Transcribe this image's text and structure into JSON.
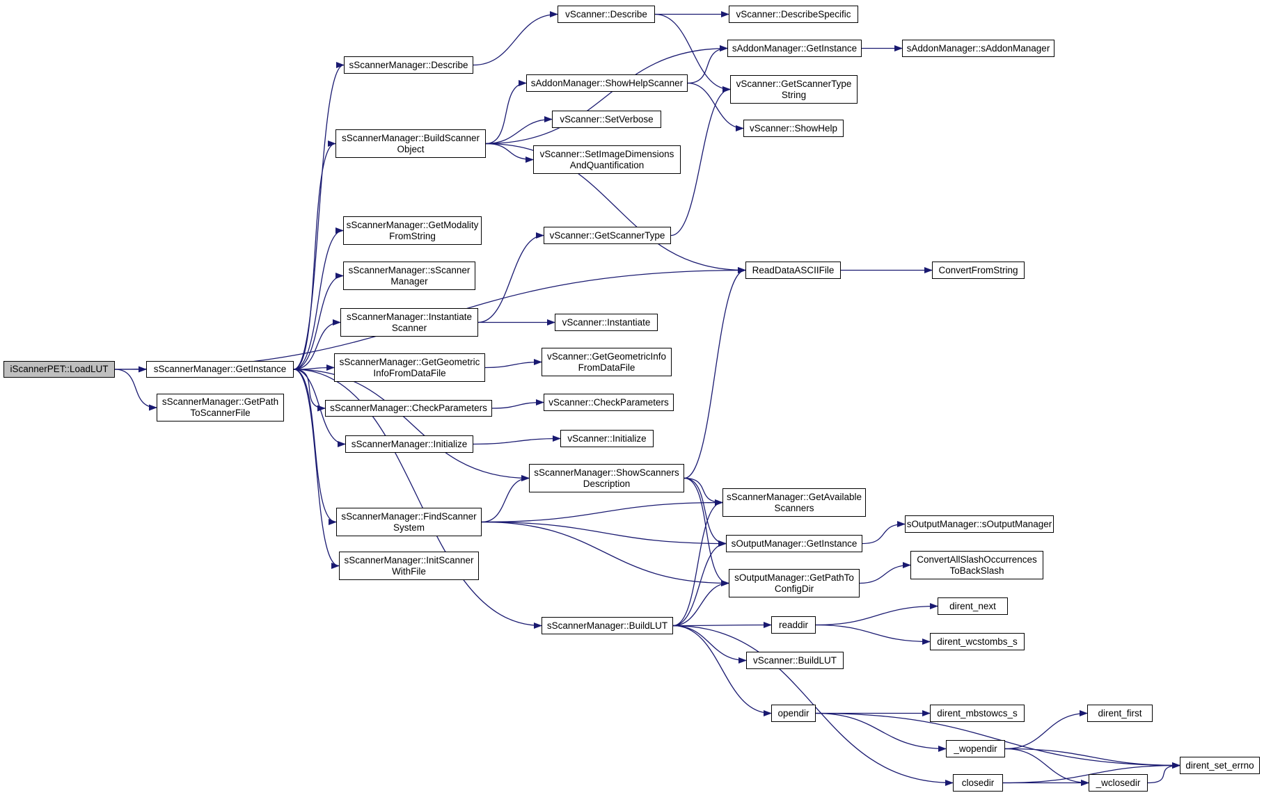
{
  "root": "n0",
  "colors": {
    "edge": "#191970",
    "root_fill": "#bfbfbf",
    "node_fill": "#ffffff",
    "border": "#000000"
  },
  "nodes": {
    "n0": {
      "name": "node-iscannerpet-loadlut",
      "label": "iScannerPET::LoadLUT"
    },
    "n1": {
      "name": "node-sscannermanager-getinstance",
      "label": "sScannerManager::GetInstance"
    },
    "n2": {
      "name": "node-sscannermanager-getpathtoscannerfile",
      "label": "sScannerManager::GetPath\nToScannerFile"
    },
    "n3": {
      "name": "node-readdataasciifile",
      "label": "ReadDataASCIIFile"
    },
    "n4": {
      "name": "node-sscannermanager-describe",
      "label": "sScannerManager::Describe"
    },
    "n5": {
      "name": "node-sscannermanager-buildscannerobject",
      "label": "sScannerManager::BuildScanner\nObject"
    },
    "n6": {
      "name": "node-sscannermanager-getmodalityfromstring",
      "label": "sScannerManager::GetModality\nFromString"
    },
    "n7": {
      "name": "node-sscannermanager-sscannermanager",
      "label": "sScannerManager::sScanner\nManager"
    },
    "n8": {
      "name": "node-sscannermanager-instantiatescanner",
      "label": "sScannerManager::Instantiate\nScanner"
    },
    "n9": {
      "name": "node-sscannermanager-getgeometricinfofromdatafile",
      "label": "sScannerManager::GetGeometric\nInfoFromDataFile"
    },
    "n10": {
      "name": "node-sscannermanager-checkparameters",
      "label": "sScannerManager::CheckParameters"
    },
    "n11": {
      "name": "node-sscannermanager-initialize",
      "label": "sScannerManager::Initialize"
    },
    "n12": {
      "name": "node-sscannermanager-showscannersdescription",
      "label": "sScannerManager::ShowScanners\nDescription"
    },
    "n13": {
      "name": "node-sscannermanager-findscannersystem",
      "label": "sScannerManager::FindScanner\nSystem"
    },
    "n14": {
      "name": "node-sscannermanager-initscannerwithfile",
      "label": "sScannerManager::InitScanner\nWithFile"
    },
    "n15": {
      "name": "node-sscannermanager-buildlut",
      "label": "sScannerManager::BuildLUT"
    },
    "n16": {
      "name": "node-vscanner-describe",
      "label": "vScanner::Describe"
    },
    "n17": {
      "name": "node-saddonmanager-getinstance",
      "label": "sAddonManager::GetInstance"
    },
    "n18": {
      "name": "node-saddonmanager-showhelpscanner",
      "label": "sAddonManager::ShowHelpScanner"
    },
    "n19": {
      "name": "node-vscanner-setverbose",
      "label": "vScanner::SetVerbose"
    },
    "n20": {
      "name": "node-vscanner-setimagedimensionsandquantification",
      "label": "vScanner::SetImageDimensions\nAndQuantification"
    },
    "n21": {
      "name": "node-vscanner-getscannertype",
      "label": "vScanner::GetScannerType"
    },
    "n22": {
      "name": "node-vscanner-instantiate",
      "label": "vScanner::Instantiate"
    },
    "n23": {
      "name": "node-vscanner-getgeometricinfofromdatafile",
      "label": "vScanner::GetGeometricInfo\nFromDataFile"
    },
    "n24": {
      "name": "node-vscanner-checkparameters",
      "label": "vScanner::CheckParameters"
    },
    "n25": {
      "name": "node-vscanner-initialize",
      "label": "vScanner::Initialize"
    },
    "n26": {
      "name": "node-vscanner-describespecific",
      "label": "vScanner::DescribeSpecific"
    },
    "n27": {
      "name": "node-vscanner-getscannertypestring",
      "label": "vScanner::GetScannerType\nString"
    },
    "n28": {
      "name": "node-saddonmanager-saddonmanager",
      "label": "sAddonManager::sAddonManager"
    },
    "n29": {
      "name": "node-vscanner-showhelp",
      "label": "vScanner::ShowHelp"
    },
    "n30": {
      "name": "node-convertfromstring",
      "label": "ConvertFromString"
    },
    "n31": {
      "name": "node-sscannermanager-getavailablescanners",
      "label": "sScannerManager::GetAvailable\nScanners"
    },
    "n32": {
      "name": "node-soutputmanager-getinstance",
      "label": "sOutputManager::GetInstance"
    },
    "n33": {
      "name": "node-soutputmanager-getpathtoconfigdir",
      "label": "sOutputManager::GetPathTo\nConfigDir"
    },
    "n34": {
      "name": "node-readdir",
      "label": "readdir"
    },
    "n35": {
      "name": "node-vscanner-buildlut",
      "label": "vScanner::BuildLUT"
    },
    "n36": {
      "name": "node-opendir",
      "label": "opendir"
    },
    "n37": {
      "name": "node-closedir",
      "label": "closedir"
    },
    "n38": {
      "name": "node-soutputmanager-soutputmanager",
      "label": "sOutputManager::sOutputManager"
    },
    "n39": {
      "name": "node-convertallslashoccurrencestobackslash",
      "label": "ConvertAllSlashOccurrences\nToBackSlash"
    },
    "n40": {
      "name": "node-dirent-next",
      "label": "dirent_next"
    },
    "n41": {
      "name": "node-dirent-wcstombs-s",
      "label": "dirent_wcstombs_s"
    },
    "n42": {
      "name": "node-dirent-mbstowcs-s",
      "label": "dirent_mbstowcs_s"
    },
    "n43": {
      "name": "node-wopendir",
      "label": "_wopendir"
    },
    "n44": {
      "name": "node-dirent-set-errno",
      "label": "dirent_set_errno"
    },
    "n45": {
      "name": "node-dirent-first",
      "label": "dirent_first"
    },
    "n46": {
      "name": "node-wclosedir",
      "label": "_wclosedir"
    }
  },
  "edges": [
    [
      "n0",
      "n1"
    ],
    [
      "n0",
      "n2"
    ],
    [
      "n0",
      "n3"
    ],
    [
      "n1",
      "n4"
    ],
    [
      "n1",
      "n5"
    ],
    [
      "n1",
      "n6"
    ],
    [
      "n1",
      "n7"
    ],
    [
      "n1",
      "n8"
    ],
    [
      "n1",
      "n9"
    ],
    [
      "n1",
      "n10"
    ],
    [
      "n1",
      "n11"
    ],
    [
      "n1",
      "n12"
    ],
    [
      "n1",
      "n13"
    ],
    [
      "n1",
      "n14"
    ],
    [
      "n1",
      "n15"
    ],
    [
      "n4",
      "n16"
    ],
    [
      "n16",
      "n26"
    ],
    [
      "n16",
      "n27"
    ],
    [
      "n5",
      "n17"
    ],
    [
      "n5",
      "n18"
    ],
    [
      "n5",
      "n19"
    ],
    [
      "n5",
      "n20"
    ],
    [
      "n5",
      "n3"
    ],
    [
      "n17",
      "n28"
    ],
    [
      "n18",
      "n17"
    ],
    [
      "n18",
      "n29"
    ],
    [
      "n8",
      "n21"
    ],
    [
      "n8",
      "n22"
    ],
    [
      "n21",
      "n27"
    ],
    [
      "n9",
      "n23"
    ],
    [
      "n10",
      "n24"
    ],
    [
      "n11",
      "n25"
    ],
    [
      "n12",
      "n3"
    ],
    [
      "n12",
      "n31"
    ],
    [
      "n12",
      "n32"
    ],
    [
      "n12",
      "n33"
    ],
    [
      "n13",
      "n12"
    ],
    [
      "n13",
      "n31"
    ],
    [
      "n13",
      "n32"
    ],
    [
      "n13",
      "n33"
    ],
    [
      "n15",
      "n31"
    ],
    [
      "n15",
      "n32"
    ],
    [
      "n15",
      "n33"
    ],
    [
      "n15",
      "n34"
    ],
    [
      "n15",
      "n35"
    ],
    [
      "n15",
      "n36"
    ],
    [
      "n15",
      "n37"
    ],
    [
      "n3",
      "n30"
    ],
    [
      "n32",
      "n38"
    ],
    [
      "n33",
      "n39"
    ],
    [
      "n34",
      "n40"
    ],
    [
      "n34",
      "n41"
    ],
    [
      "n36",
      "n42"
    ],
    [
      "n36",
      "n43"
    ],
    [
      "n36",
      "n44"
    ],
    [
      "n43",
      "n45"
    ],
    [
      "n43",
      "n44"
    ],
    [
      "n43",
      "n46"
    ],
    [
      "n37",
      "n46"
    ],
    [
      "n37",
      "n44"
    ],
    [
      "n46",
      "n44"
    ]
  ]
}
